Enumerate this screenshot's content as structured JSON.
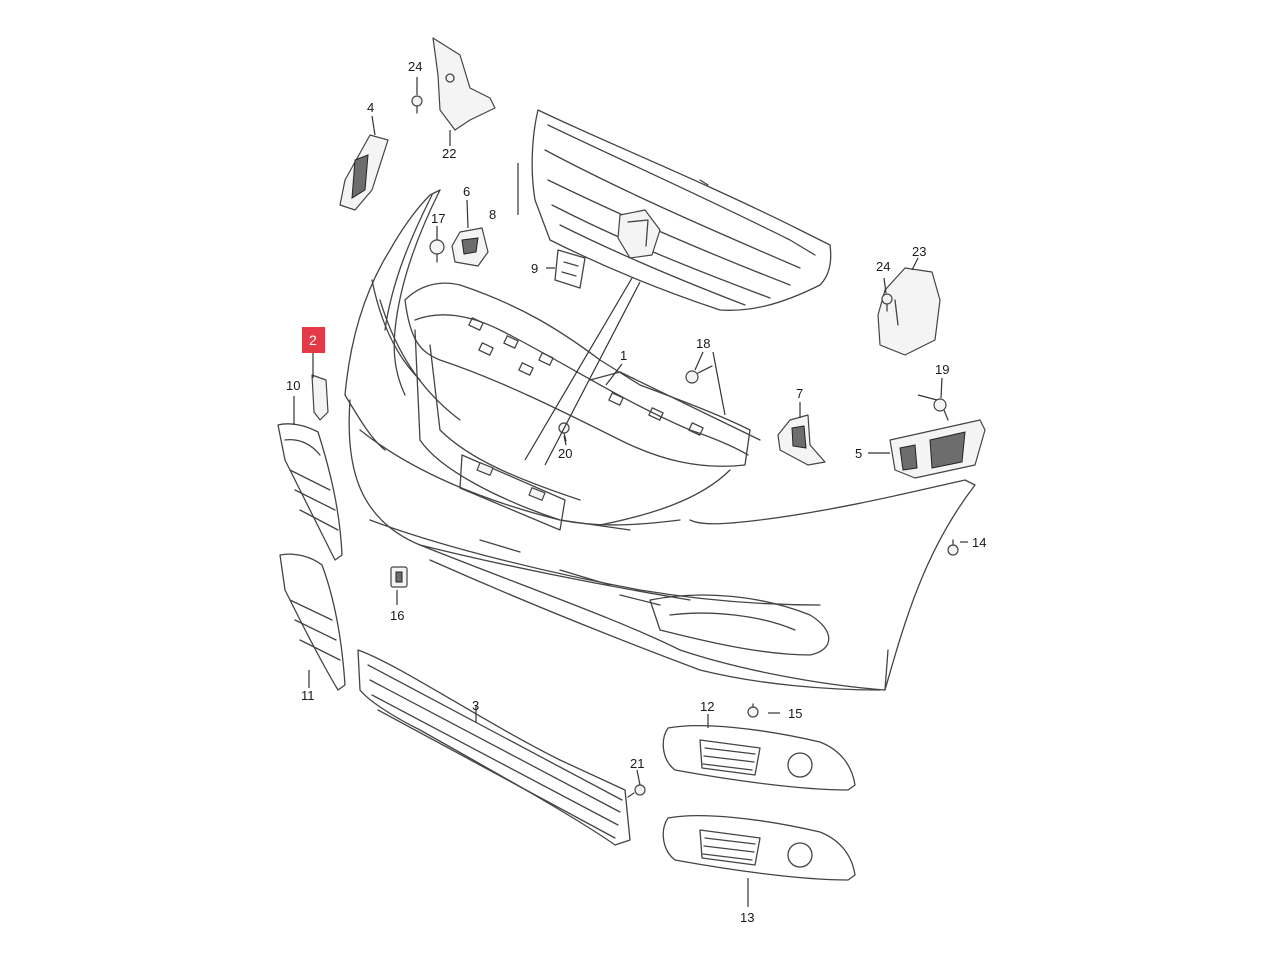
{
  "diagram": {
    "highlighted_part": "2",
    "labels": [
      "1",
      "2",
      "3",
      "4",
      "5",
      "6",
      "7",
      "8",
      "9",
      "10",
      "11",
      "12",
      "13",
      "14",
      "15",
      "16",
      "17",
      "18",
      "19",
      "20",
      "21",
      "22",
      "23",
      "24",
      "24"
    ]
  }
}
